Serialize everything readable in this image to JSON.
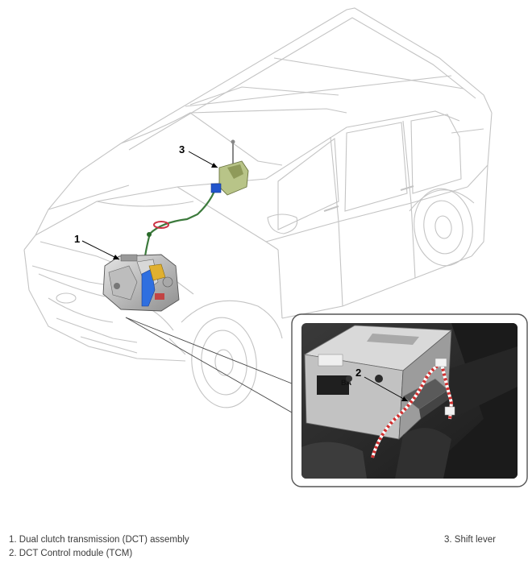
{
  "callouts": {
    "c1": "1",
    "c2": "2",
    "c3": "3"
  },
  "legend": {
    "item1": "1. Dual clutch transmission (DCT) assembly",
    "item2": "2. DCT Control module (TCM)",
    "item3": "3. Shift lever"
  },
  "inset_battery_label": "BA",
  "colors": {
    "line_art": "#c8c8c8",
    "harness_red": "#d03030",
    "cable_green": "#3c7a3c",
    "connector_blue": "#2255cc",
    "shift_lever_base": "#b8c488",
    "inset_bg": "#2b2b2b"
  }
}
